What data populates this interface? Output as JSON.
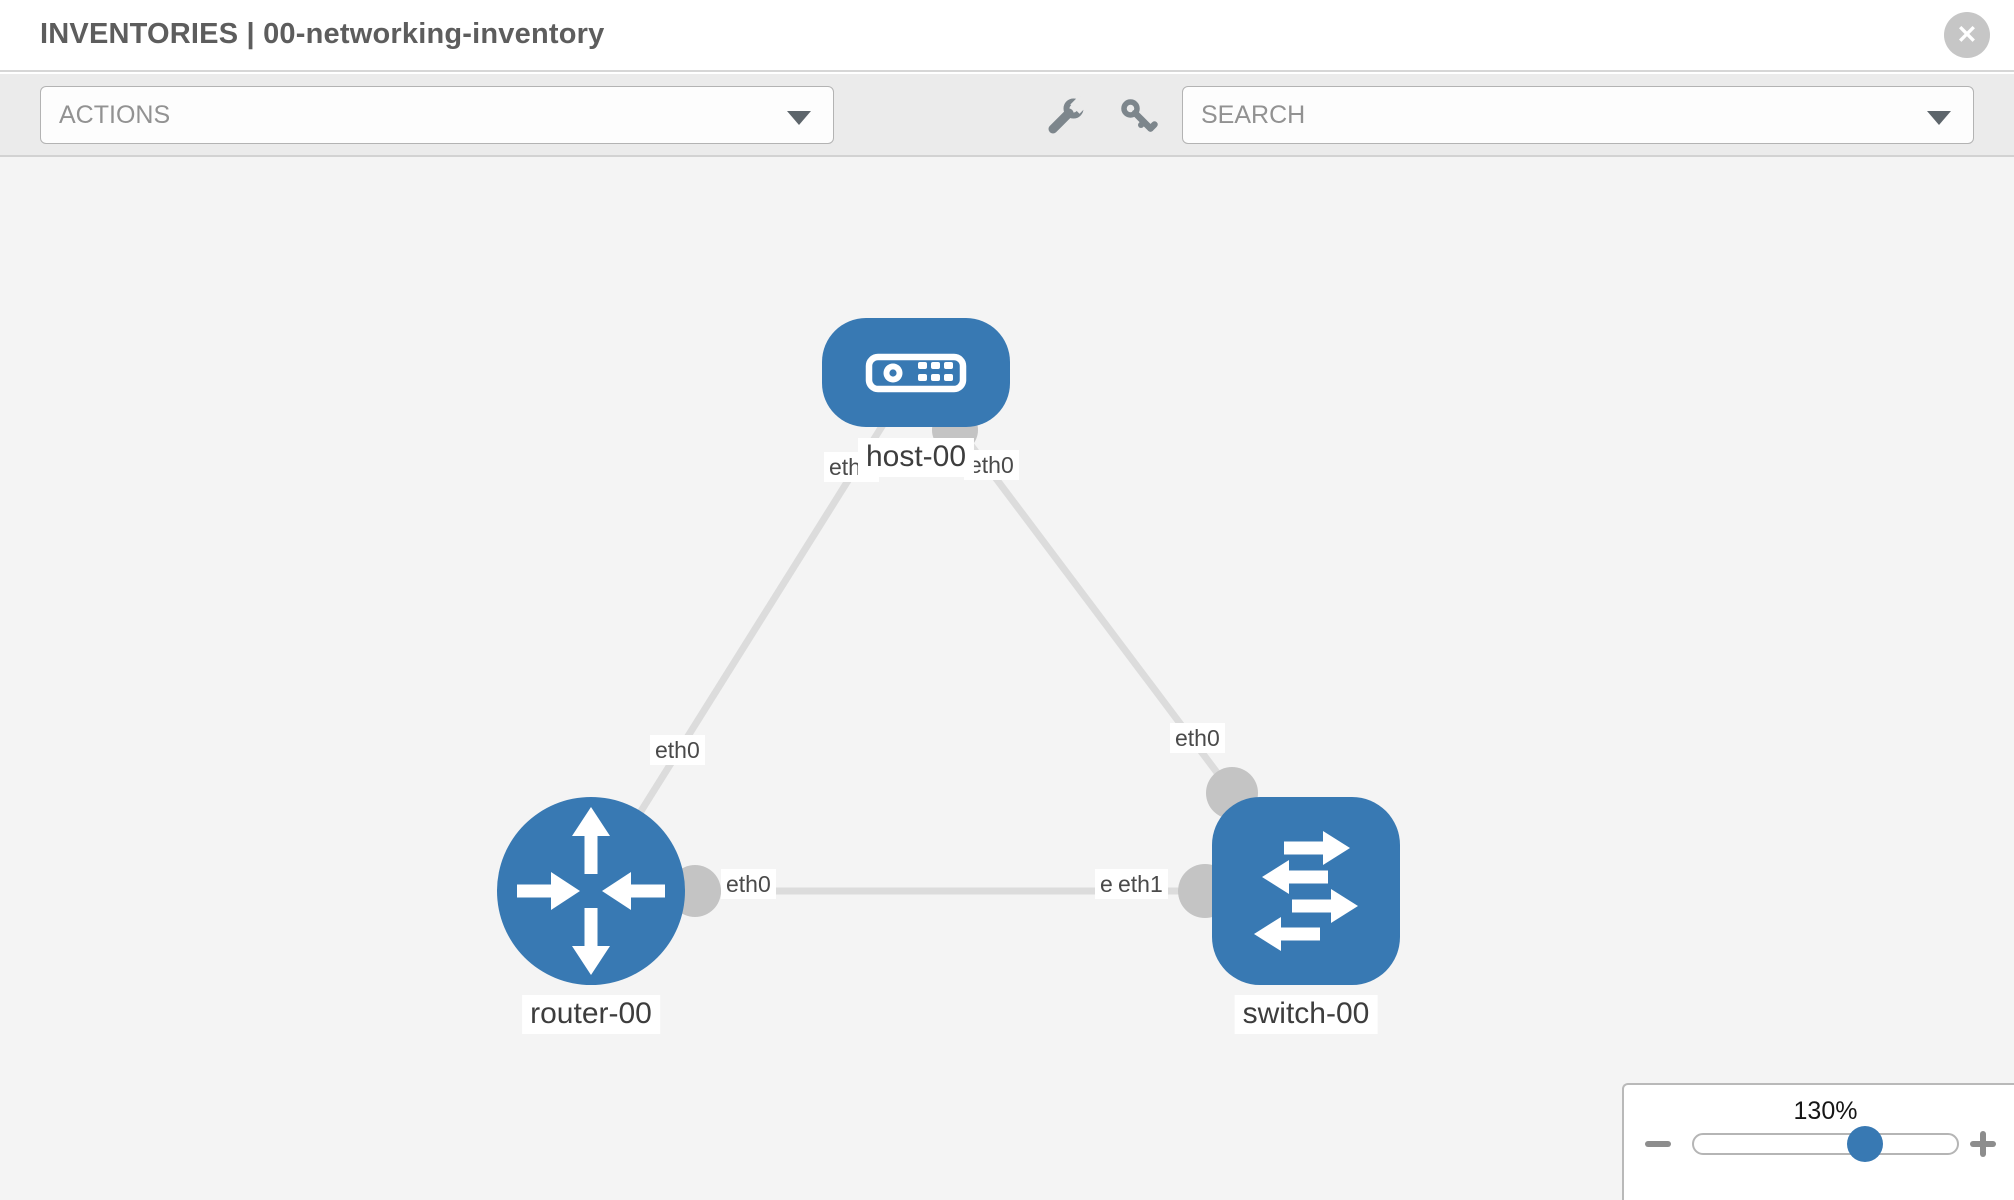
{
  "header": {
    "title": "INVENTORIES | 00-networking-inventory",
    "close_icon": "✕"
  },
  "toolbar": {
    "actions_label": "ACTIONS",
    "search_label": "SEARCH",
    "icons": [
      "wrench-icon",
      "key-icon"
    ]
  },
  "topology": {
    "nodes": [
      {
        "id": "host-00",
        "type": "host",
        "label": "host-00"
      },
      {
        "id": "router-00",
        "type": "router",
        "label": "router-00"
      },
      {
        "id": "switch-00",
        "type": "switch",
        "label": "switch-00"
      }
    ],
    "links": [
      {
        "from": "host-00",
        "from_interface": "eth0",
        "to": "router-00",
        "to_interface": "eth0"
      },
      {
        "from": "host-00",
        "from_interface": "eth0",
        "to": "switch-00",
        "to_interface": "eth0"
      },
      {
        "from": "router-00",
        "from_interface": "eth0",
        "to": "switch-00",
        "to_interface": "eth1"
      }
    ],
    "interface_labels": [
      {
        "text": "eth0",
        "link": "host-router",
        "end": "host"
      },
      {
        "text": "eth0",
        "link": "host-switch",
        "end": "host"
      },
      {
        "text": "eth0",
        "link": "host-router",
        "end": "router"
      },
      {
        "text": "eth0",
        "link": "host-switch",
        "end": "switch"
      },
      {
        "text": "eth0",
        "link": "router-switch",
        "end": "router"
      },
      {
        "text": "eth0",
        "link": "router-switch",
        "end": "switch-back"
      },
      {
        "text": "eth1",
        "link": "router-switch",
        "end": "switch"
      }
    ]
  },
  "zoom_control": {
    "value": "130%"
  },
  "colors": {
    "accent_blue": "#3879b3",
    "link_gray": "#dcdcdc",
    "dot_gray": "#c4c4c4",
    "canvas_bg": "#f4f4f4",
    "toolbar_bg": "#ebebeb"
  }
}
